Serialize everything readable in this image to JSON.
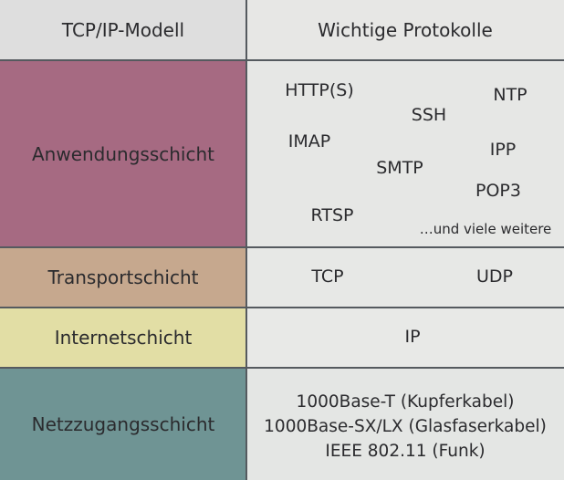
{
  "header": {
    "model_label": "TCP/IP-Modell",
    "protocols_label": "Wichtige Protokolle"
  },
  "layers": {
    "application": {
      "name": "Anwendungsschicht",
      "protocols": {
        "http": "HTTP(S)",
        "ntp": "NTP",
        "ssh": "SSH",
        "imap": "IMAP",
        "ipp": "IPP",
        "smtp": "SMTP",
        "pop3": "POP3",
        "rtsp": "RTSP",
        "more": "…und viele weitere"
      }
    },
    "transport": {
      "name": "Transportschicht",
      "protocols": {
        "tcp": "TCP",
        "udp": "UDP"
      }
    },
    "internet": {
      "name": "Internetschicht",
      "protocols": {
        "ip": "IP"
      }
    },
    "link": {
      "name": "Netzzugangsschicht",
      "protocols": [
        "1000Base-T (Kupferkabel)",
        "1000Base-SX/LX (Glasfaserkabel)",
        "IEEE 802.11 (Funk)"
      ]
    }
  },
  "colors": {
    "application": "#a66a82",
    "transport": "#c6a88e",
    "internet": "#e2dea5",
    "link": "#6f9494"
  }
}
